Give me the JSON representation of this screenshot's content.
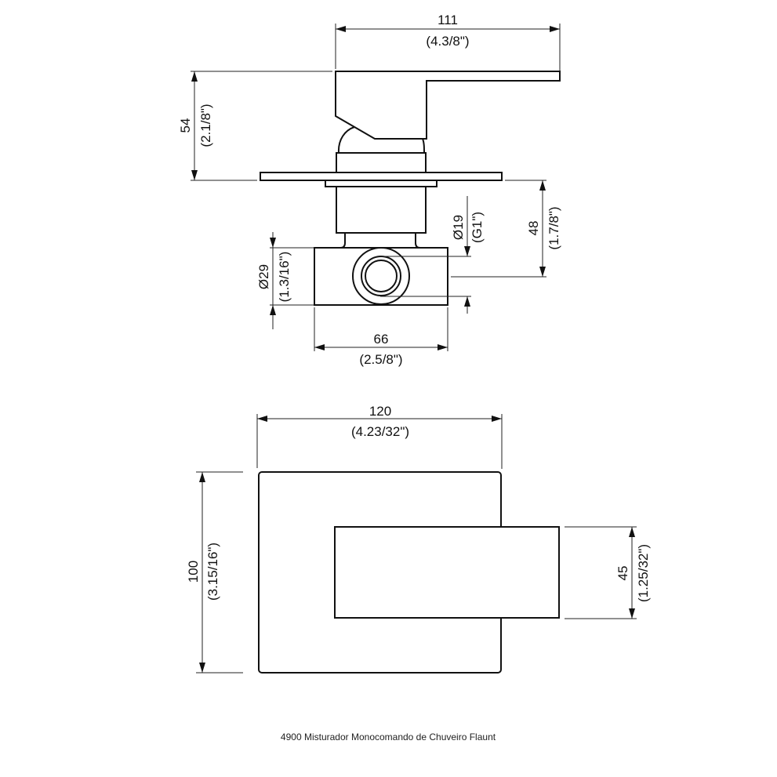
{
  "side_view": {
    "width_total": {
      "mm": "111",
      "inch": "(4.3/8\")"
    },
    "height_above_plate": {
      "mm": "54",
      "inch": "(2.1/8\")"
    },
    "depth_below_plate": {
      "mm": "48",
      "inch": "(1.7/8\")"
    },
    "outlet_diameter": {
      "mm": "Ø19",
      "inch": "(G1\")"
    },
    "body_diameter": {
      "mm": "Ø29",
      "inch": "(1.3/16\")"
    },
    "body_width": {
      "mm": "66",
      "inch": "(2.5/8\")"
    }
  },
  "front_view": {
    "plate_width": {
      "mm": "120",
      "inch": "(4.23/32\")"
    },
    "plate_height": {
      "mm": "100",
      "inch": "(3.15/16\")"
    },
    "lever_height": {
      "mm": "45",
      "inch": "(1.25/32\")"
    }
  },
  "caption": "4900 Misturador Monocomando de Chuveiro Flaunt"
}
